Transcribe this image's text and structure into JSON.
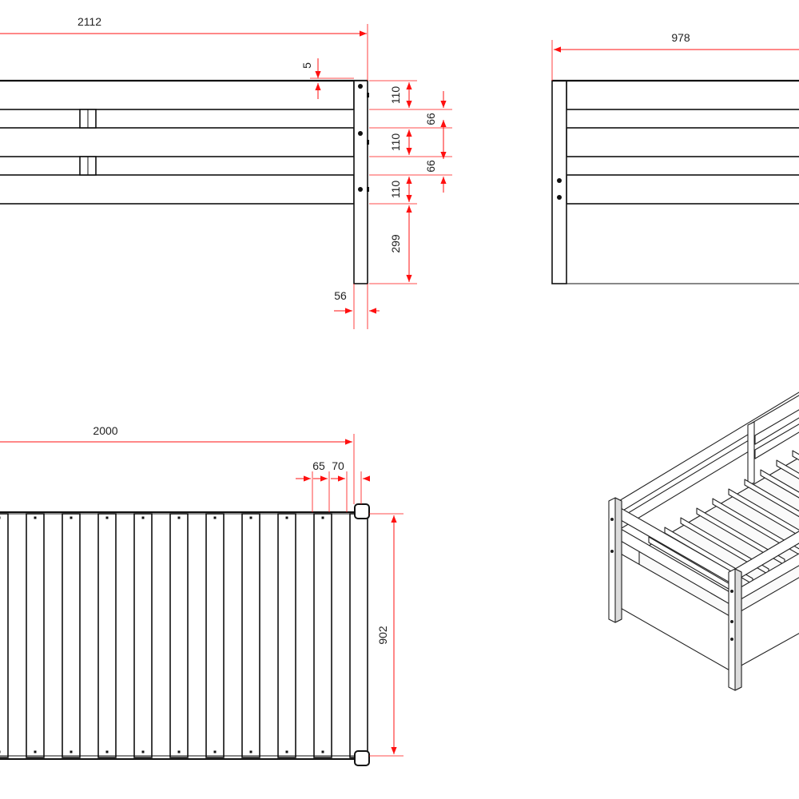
{
  "side_view": {
    "length": "2112",
    "top_offset": "5",
    "rail_heights": [
      "110",
      "110",
      "110"
    ],
    "gaps": [
      "66",
      "66"
    ],
    "leg_below": "299",
    "post_width": "56"
  },
  "end_view": {
    "width": "978"
  },
  "top_view": {
    "length": "2000",
    "slat_width": "65",
    "slat_gap": "70",
    "inner_width": "902"
  },
  "colors": {
    "dimension": "#ff1010",
    "outline": "#111111"
  }
}
